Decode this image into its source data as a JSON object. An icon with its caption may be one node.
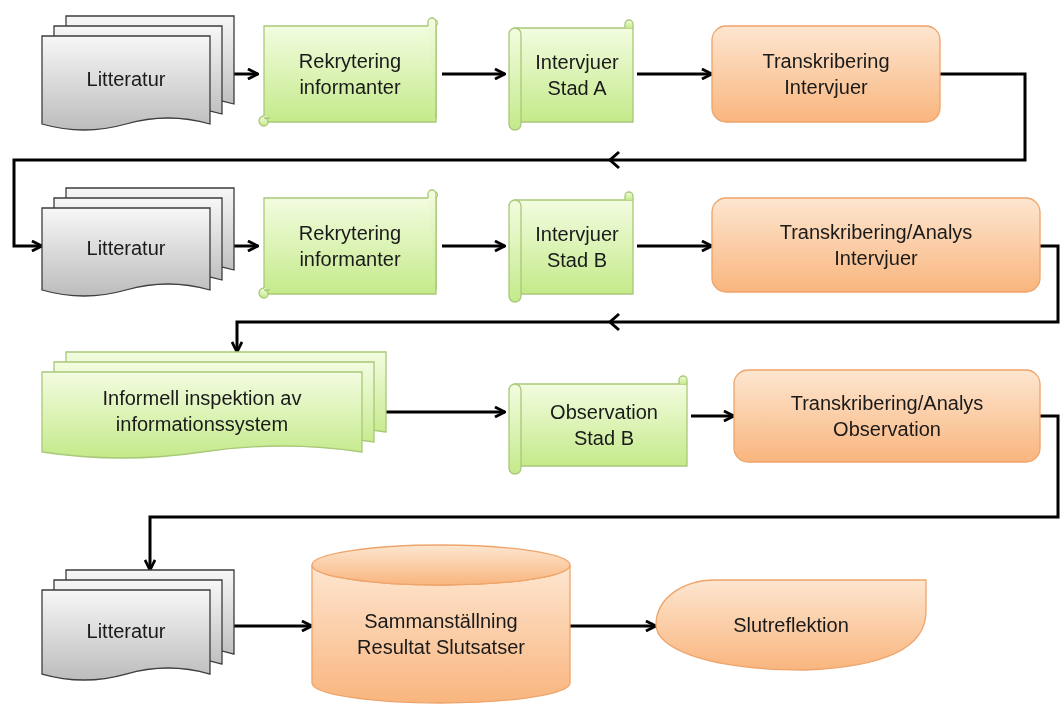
{
  "diagram": {
    "nodes": [
      {
        "text": [
          "Litteratur"
        ]
      },
      {
        "text": [
          "Rekrytering informanter"
        ]
      },
      {
        "text": [
          "Intervjuer Stad A"
        ]
      },
      {
        "text": [
          "Transkribering Intervjuer"
        ]
      },
      {
        "text": [
          "Litteratur"
        ]
      },
      {
        "text": [
          "Rekrytering informanter"
        ]
      },
      {
        "text": [
          "Intervjuer Stad B"
        ]
      },
      {
        "text": [
          "Transkribering/Analys Intervjuer"
        ]
      },
      {
        "text": [
          "Informell inspektion av informationssystem"
        ]
      },
      {
        "text": [
          "Observation Stad B"
        ]
      },
      {
        "text": [
          "Transkribering/Analys Observation"
        ]
      },
      {
        "text": [
          "Litteratur"
        ]
      },
      {
        "text": [
          "Sammanställning Resultat Slutsatser"
        ]
      },
      {
        "text": [
          "Slutreflektion"
        ]
      }
    ],
    "edges": [
      {
        "from": 0,
        "to": 1,
        "arrow": "to"
      },
      {
        "from": 1,
        "to": 2,
        "arrow": "to"
      },
      {
        "from": 2,
        "to": 3,
        "arrow": "to"
      },
      {
        "from": 3,
        "to": 4,
        "arrow": "to"
      },
      {
        "from": 4,
        "to": 5,
        "arrow": "to"
      },
      {
        "from": 5,
        "to": 6,
        "arrow": "to"
      },
      {
        "from": 6,
        "to": 7,
        "arrow": "to"
      },
      {
        "from": 7,
        "to": 8,
        "arrow": "to"
      },
      {
        "from": 8,
        "to": 9,
        "arrow": "to"
      },
      {
        "from": 9,
        "to": 10,
        "arrow": "to"
      },
      {
        "from": 10,
        "to": 11,
        "arrow": "to"
      },
      {
        "from": 11,
        "to": 12,
        "arrow": "to"
      },
      {
        "from": 12,
        "to": 13,
        "arrow": "to"
      }
    ]
  }
}
